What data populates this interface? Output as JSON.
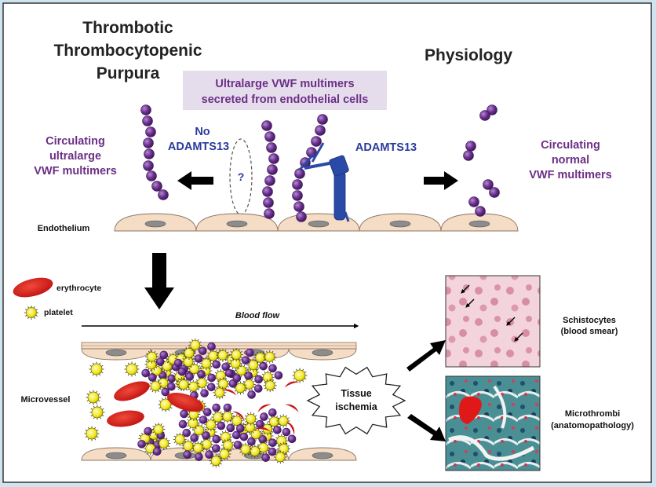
{
  "titles": {
    "ttp_line1": "Thrombotic",
    "ttp_line2": "Thrombocytopenic",
    "ttp_line3": "Purpura",
    "physiology": "Physiology"
  },
  "secretion_box": {
    "line1": "Ultralarge VWF multimers",
    "line2": "secreted from endothelial cells"
  },
  "left_labels": {
    "circ_line1": "Circulating",
    "circ_line2": "ultralarge",
    "circ_line3": "VWF multimers",
    "no_line1": "No",
    "no_line2": "ADAMTS13",
    "question": "?"
  },
  "right_labels": {
    "adamts13": "ADAMTS13",
    "circ_line1": "Circulating",
    "circ_line2": "normal",
    "circ_line3": "VWF multimers"
  },
  "endothelium": "Endothelium",
  "legend": {
    "erythrocyte": "erythrocyte",
    "platelet": "platelet"
  },
  "blood_flow": "Blood flow",
  "microvessel": "Microvessel",
  "ischemia": {
    "line1": "Tissue",
    "line2": "ischemia"
  },
  "schistocytes": {
    "line1": "Schistocytes",
    "line2": "(blood smear)"
  },
  "microthrombi": {
    "line1": "Microthrombi",
    "line2": "(anatomopathology)"
  },
  "colors": {
    "purple_text": "#6b2f86",
    "blue_text": "#2a3a9c",
    "vwf_purple": "#6a2f8f",
    "platelet_yellow": "#f0e616",
    "erythrocyte_red": "#d81c1c",
    "adamts_blue": "#2a4aa8",
    "cell_fill": "#f5dcc4",
    "nucleus_gray": "#8c8c8c"
  }
}
